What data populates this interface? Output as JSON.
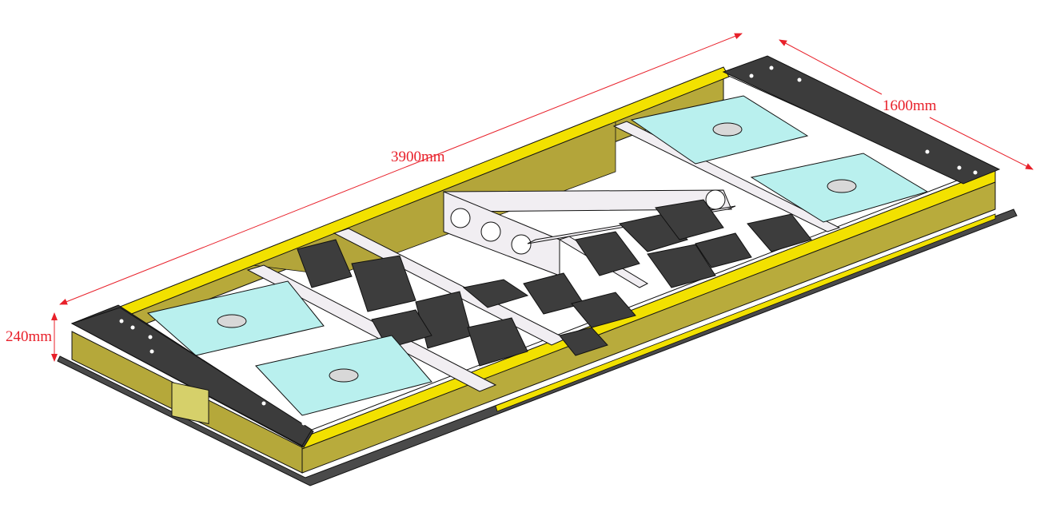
{
  "dimensions": {
    "length": "3900mm",
    "width": "1600mm",
    "height": "240mm"
  },
  "colors": {
    "dimension": "#e8202a",
    "frame": "#f2e100",
    "frame_side": "#b5a83a",
    "end_cap": "#3c3c3c",
    "pad": "#b9f0ee",
    "battery": "#3d3d3d",
    "divider": "#f1eef2",
    "floor": "#ffffff",
    "outline": "#111111"
  }
}
